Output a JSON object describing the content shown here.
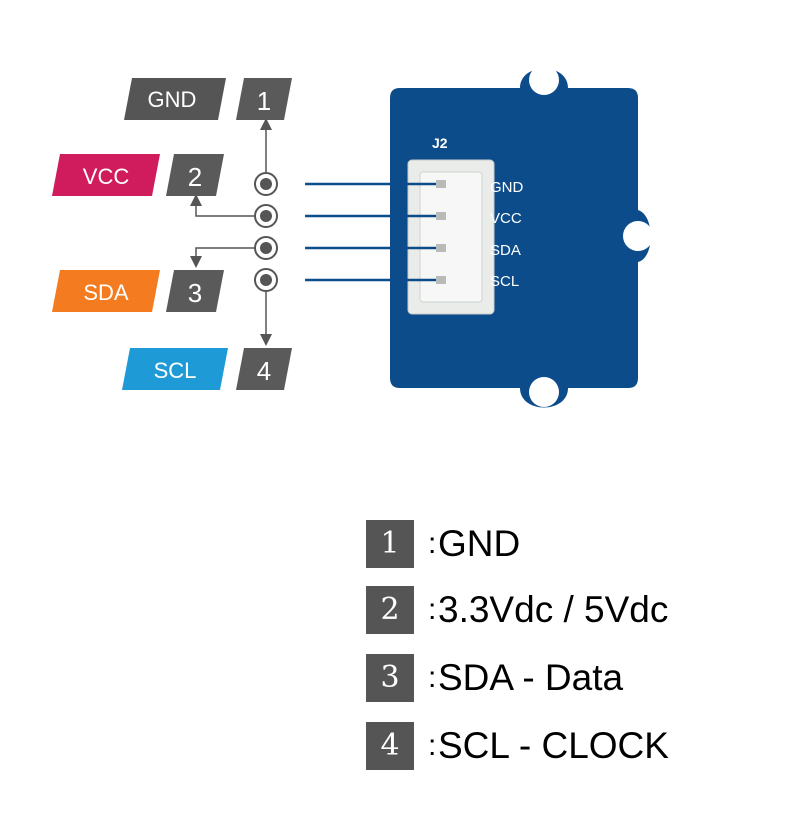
{
  "board": {
    "connector_label": "J2",
    "pin_labels": [
      "GND",
      "VCC",
      "SDA",
      "SCL"
    ],
    "color": "#0d4c8b"
  },
  "pins": [
    {
      "name": "GND",
      "number": "1",
      "color": "#555555"
    },
    {
      "name": "VCC",
      "number": "2",
      "color": "#d01c5c"
    },
    {
      "name": "SDA",
      "number": "3",
      "color": "#f47b20"
    },
    {
      "name": "SCL",
      "number": "4",
      "color": "#1e9bd7"
    }
  ],
  "number_tag_color": "#5a5a5a",
  "legend": [
    {
      "number": "1",
      "text": "GND"
    },
    {
      "number": "2",
      "text": "3.3Vdc / 5Vdc"
    },
    {
      "number": "3",
      "text": "SDA - Data"
    },
    {
      "number": "4",
      "text": "SCL - CLOCK"
    }
  ]
}
